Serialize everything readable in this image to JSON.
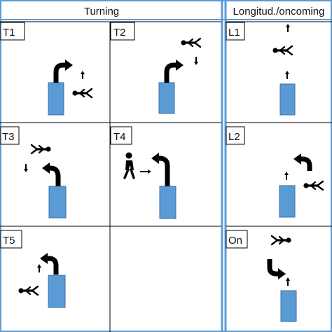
{
  "headers": {
    "turning": "Turning",
    "longitudinal": "Longitud./oncoming"
  },
  "cells": {
    "t1": "T1",
    "t2": "T2",
    "t3": "T3",
    "t4": "T4",
    "t5": "T5",
    "l1": "L1",
    "l2": "L2",
    "on": "On"
  },
  "colors": {
    "grid_line": "#5b9bd5",
    "cell_line": "#000000",
    "vehicle": "#5b9bd5",
    "arrow": "#000000"
  },
  "icons": {
    "vehicle": "car-rectangle-icon",
    "turn_arrow": "turn-arrow-icon",
    "pedestrian": "pedestrian-icon",
    "direction": "direction-arrow-icon"
  }
}
